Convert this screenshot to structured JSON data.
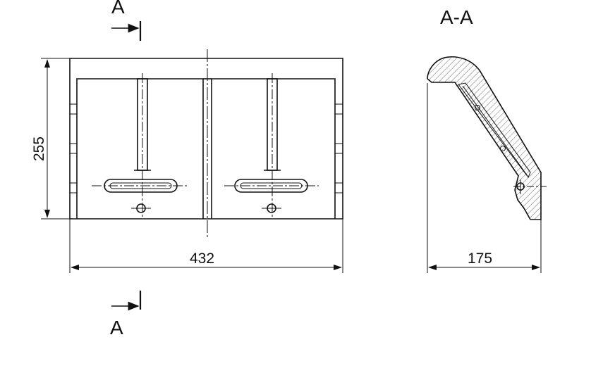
{
  "section": {
    "cut_label": "A",
    "title": "A-A"
  },
  "dimensions": {
    "height": "255",
    "width": "432",
    "depth": "175"
  }
}
